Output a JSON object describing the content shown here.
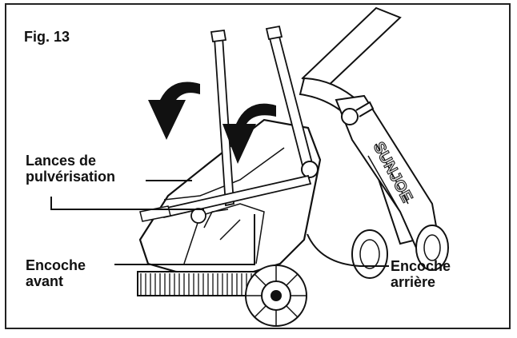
{
  "figure": {
    "label": "Fig. 13"
  },
  "callouts": {
    "spray_lances_line1": "Lances de",
    "spray_lances_line2": "pulvérisation",
    "front_notch_line1": "Encoche",
    "front_notch_line2": "avant",
    "rear_notch_line1": "Encoche",
    "rear_notch_line2": "arrière"
  },
  "colors": {
    "ink": "#111111",
    "frame": "#222222",
    "background": "#ffffff",
    "logo_fill": "#dcdcdc"
  },
  "logo": {
    "text": "SUNJOE"
  }
}
